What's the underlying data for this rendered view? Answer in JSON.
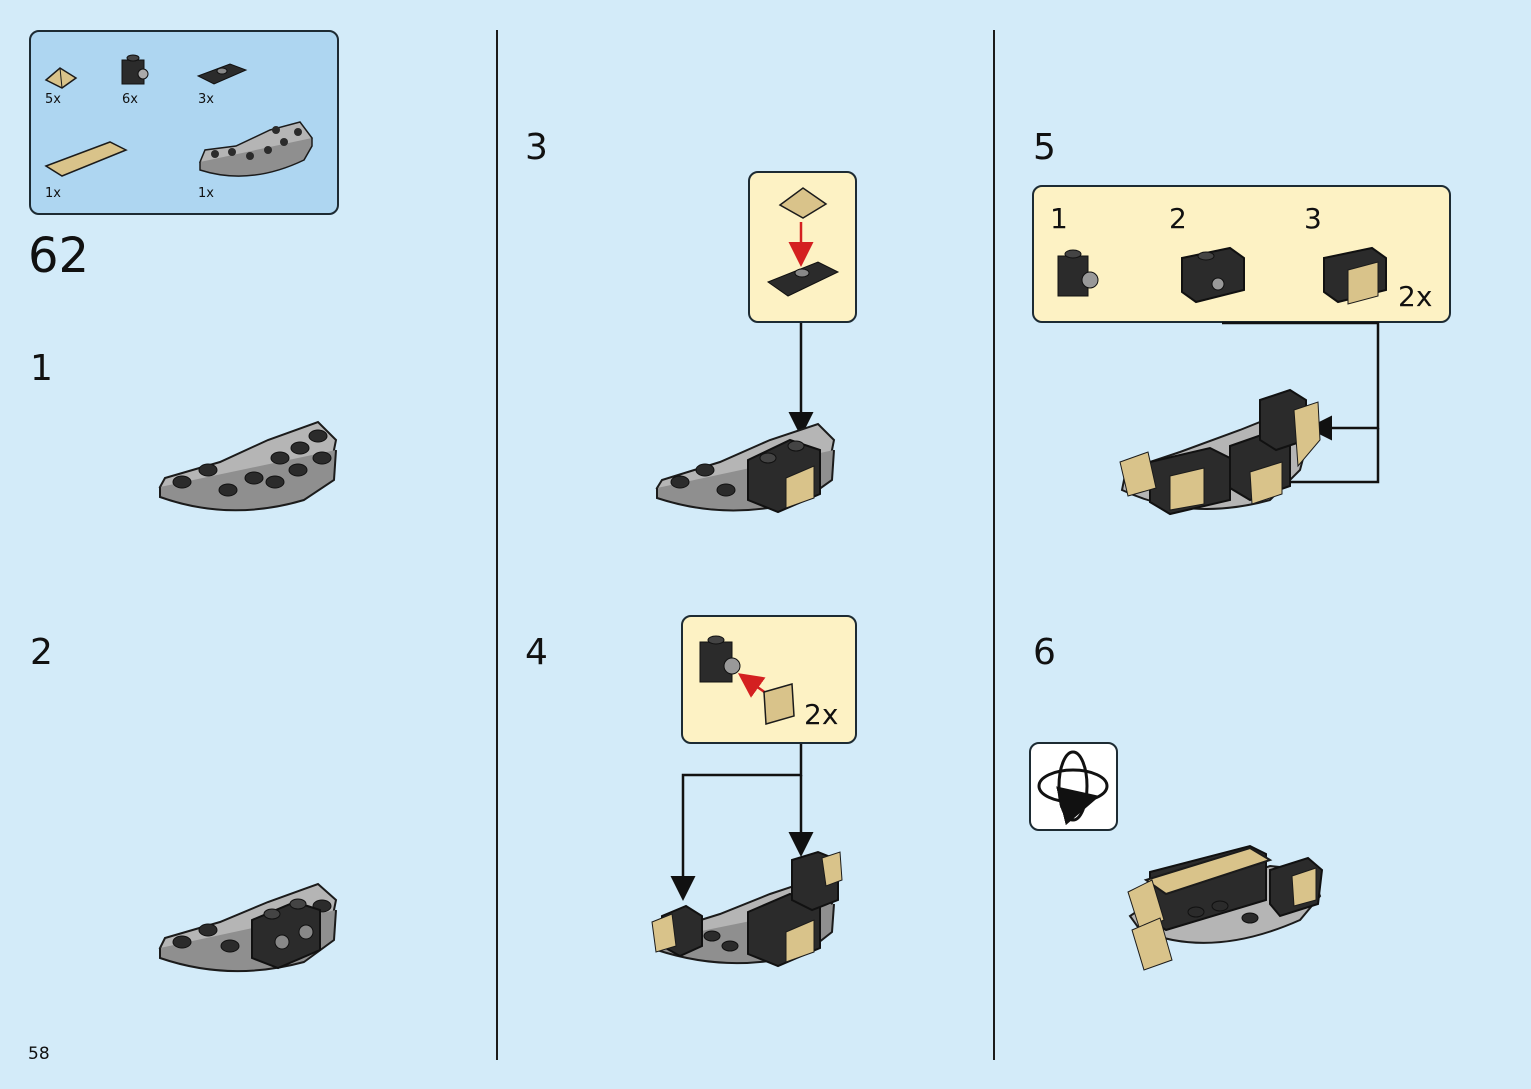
{
  "parts_list": {
    "items": [
      {
        "name": "tan-slope-piece",
        "qty": "5x"
      },
      {
        "name": "black-bracket-brick",
        "qty": "6x"
      },
      {
        "name": "black-jumper-plate",
        "qty": "3x"
      },
      {
        "name": "tan-tile-long",
        "qty": "1x"
      },
      {
        "name": "gray-curved-plate",
        "qty": "1x"
      }
    ]
  },
  "page": {
    "step_group": "62",
    "page_number": "58"
  },
  "steps": [
    {
      "number": "1"
    },
    {
      "number": "2"
    },
    {
      "number": "3"
    },
    {
      "number": "4",
      "callout_multiplier": "2x"
    },
    {
      "number": "5",
      "callout_substeps": [
        "1",
        "2",
        "3"
      ],
      "callout_multiplier": "2x"
    },
    {
      "number": "6"
    }
  ],
  "colors": {
    "background": "#d3ebf9",
    "parts_bg": "#aed6f1",
    "callout_bg": "#fdf2c4",
    "gray_plate": "#b5b5b5",
    "black_part": "#2b2b2b",
    "tan_part": "#d9c38a",
    "red_arrow": "#d42020"
  },
  "icons": {
    "rotate": "rotate-model-icon"
  }
}
